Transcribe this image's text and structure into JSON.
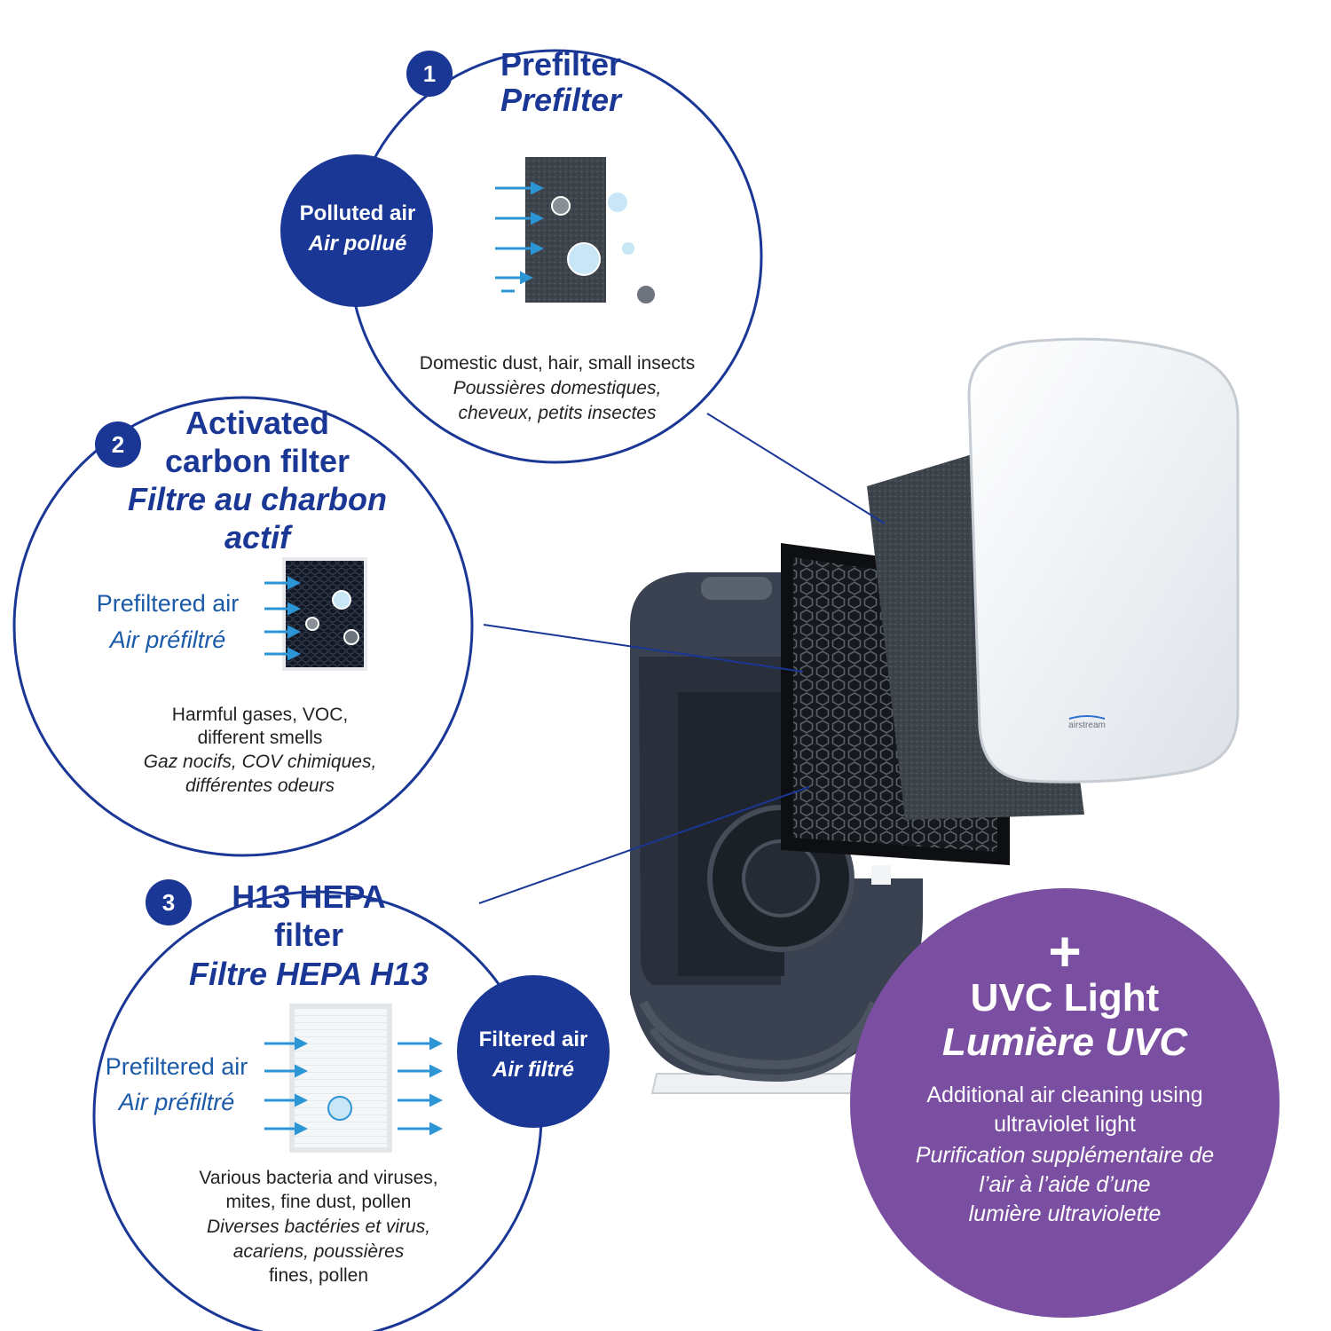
{
  "colors": {
    "brand_blue": "#1a3796",
    "uvc_purple": "#7a4ea0",
    "arrow_blue": "#2b95d6",
    "device_dark": "#3a4150"
  },
  "prefilter": {
    "number": "1",
    "title_en": "Prefilter",
    "title_fr": "Prefilter",
    "input_en": "Polluted air",
    "input_fr": "Air pollué",
    "desc_en": "Domestic dust, hair, small insects",
    "desc_fr_1": "Poussières domestiques,",
    "desc_fr_2": "cheveux, petits insectes"
  },
  "carbon": {
    "number": "2",
    "title_en_1": "Activated",
    "title_en_2": "carbon filter",
    "title_fr_1": "Filtre au charbon",
    "title_fr_2": "actif",
    "input_en": "Prefiltered air",
    "input_fr": "Air préfiltré",
    "desc_en_1": "Harmful gases, VOC,",
    "desc_en_2": "different smells",
    "desc_fr_1": "Gaz nocifs, COV chimiques,",
    "desc_fr_2": "différentes odeurs"
  },
  "hepa": {
    "number": "3",
    "title_en_1": "H13 HEPA",
    "title_en_2": "filter",
    "title_fr": "Filtre HEPA H13",
    "input_en": "Prefiltered air",
    "input_fr": "Air préfiltré",
    "output_en": "Filtered air",
    "output_fr": "Air filtré",
    "desc_en_1": "Various bacteria and viruses,",
    "desc_en_2": "mites, fine dust, pollen",
    "desc_fr_1": "Diverses bactéries et virus,",
    "desc_fr_2": "acariens, poussières",
    "desc_fr_3": "fines, pollen"
  },
  "uvc": {
    "plus": "+",
    "title_en": "UVC Light",
    "title_fr": "Lumière UVC",
    "desc_en_1": "Additional air cleaning using",
    "desc_en_2": "ultraviolet light",
    "desc_fr_1": "Purification supplémentaire de",
    "desc_fr_2": "l’air à l’aide d’une",
    "desc_fr_3": "lumière ultraviolette"
  },
  "device": {
    "brand": "airstream"
  }
}
